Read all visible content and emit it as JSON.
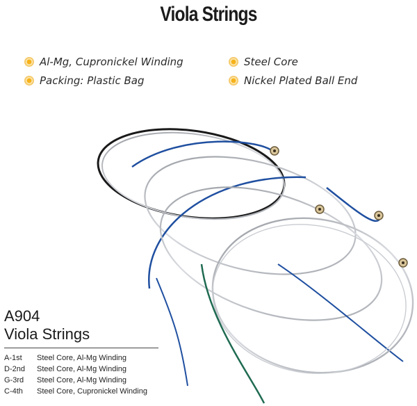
{
  "title": "Viola Strings",
  "features": [
    {
      "label": "Al-Mg, Cupronickel Winding"
    },
    {
      "label": "Steel Core"
    },
    {
      "label": "Packing: Plastic Bag"
    },
    {
      "label": "Nickel Plated Ball End"
    }
  ],
  "model": {
    "code": "A904",
    "name": "Viola Strings"
  },
  "specs": [
    {
      "string": "A-1st",
      "desc": "Steel Core, Al-Mg Winding"
    },
    {
      "string": "D-2nd",
      "desc": "Steel Core, Al-Mg Winding"
    },
    {
      "string": "G-3rd",
      "desc": "Steel Core, Al-Mg Winding"
    },
    {
      "string": "C-4th",
      "desc": "Steel Core, Cupronickel Winding"
    }
  ],
  "colors": {
    "bullet": "#f7b21a",
    "string_silver": "#b9bcc2",
    "string_blue": "#1f4fa0",
    "string_green": "#1f6b52",
    "string_black": "#1a1a1a"
  }
}
